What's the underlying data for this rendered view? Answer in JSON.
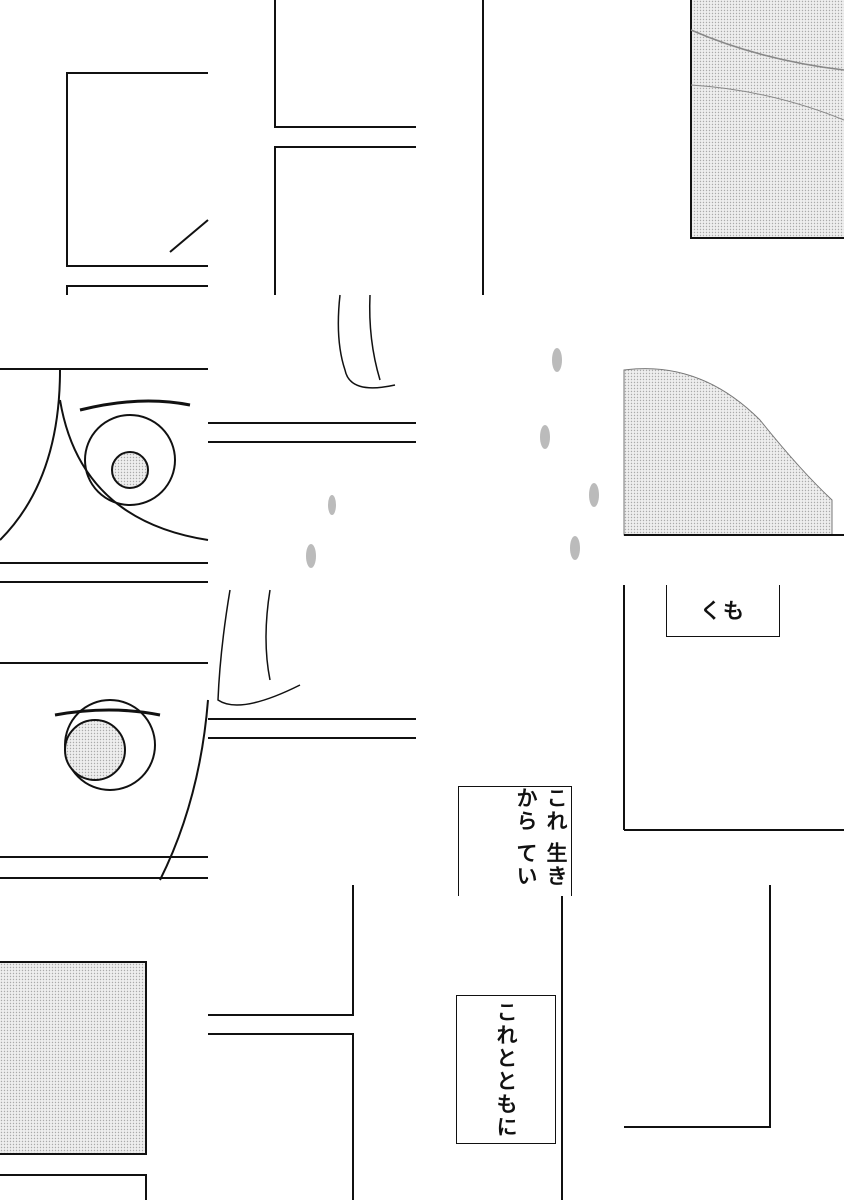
{
  "bubbles": {
    "kumo": {
      "lines": [
        "くも"
      ]
    },
    "korekara": {
      "lines": [
        "これから",
        "生きてい"
      ]
    },
    "koretotomoni": {
      "lines": [
        "これとともに"
      ]
    }
  },
  "colors": {
    "ink": "#111111",
    "screentone": "#d9d9d9",
    "paper": "#ffffff"
  }
}
